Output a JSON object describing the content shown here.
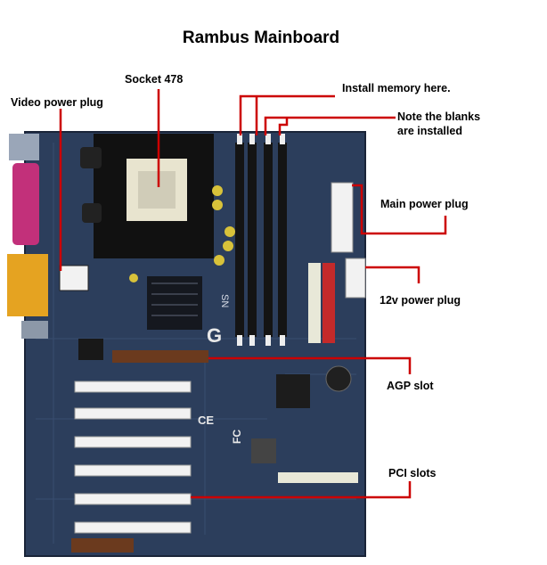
{
  "title": "Rambus Mainboard",
  "labels": {
    "video_power": "Video power plug",
    "socket": "Socket 478",
    "install_memory": "Install memory here.",
    "blanks_line1": "Note the blanks",
    "blanks_line2": "are installed",
    "main_power": "Main power plug",
    "power_12v": "12v power plug",
    "agp": "AGP slot",
    "pci": "PCI slots"
  },
  "board_markings": {
    "sn": "SN",
    "g_logo": "G",
    "ce": "CE",
    "fc": "FC"
  },
  "colors": {
    "board": "#2c3e5c",
    "leader_line": "#cc0000"
  }
}
